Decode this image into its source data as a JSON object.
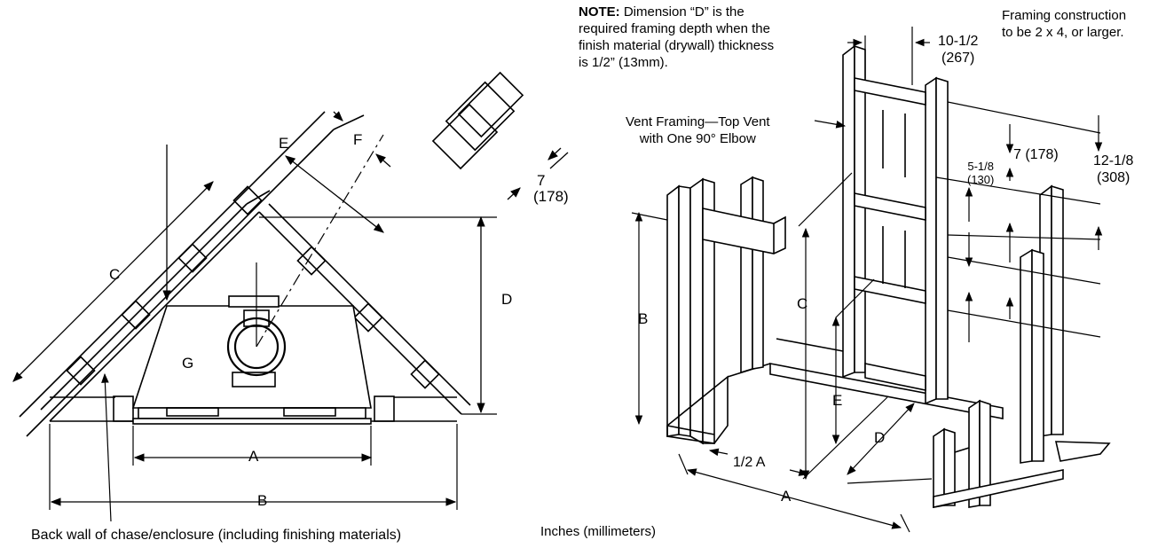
{
  "note": {
    "bold": "NOTE:",
    "lines": [
      " Dimension “D” is the",
      "required framing depth when the",
      "finish material (drywall) thickness",
      "is 1/2” (13mm)."
    ]
  },
  "framing_note": [
    "Framing construction",
    "to be 2 x 4, or larger."
  ],
  "vent_framing": [
    "Vent Framing—Top Vent",
    "with One 90° Elbow"
  ],
  "units_note": "Inches (millimeters)",
  "back_wall_caption": "Back wall of chase/enclosure (including finishing materials)",
  "left_view": {
    "labels": {
      "a": "A",
      "b": "B",
      "c": "C",
      "d": "D",
      "e": "E",
      "f": "F",
      "g": "G"
    },
    "dim_7": "7",
    "dim_7_mm": "(178)"
  },
  "right_view": {
    "labels": {
      "a": "A",
      "b": "B",
      "c": "C",
      "d": "D",
      "e": "E",
      "half_a": "1/2 A"
    },
    "dim_10": "10-1/2",
    "dim_10_mm": "(267)",
    "dim_7": "7 (178)",
    "dim_5": "5-1/8",
    "dim_5_mm": "(130)",
    "dim_12": "12-1/8",
    "dim_12_mm": "(308)"
  }
}
